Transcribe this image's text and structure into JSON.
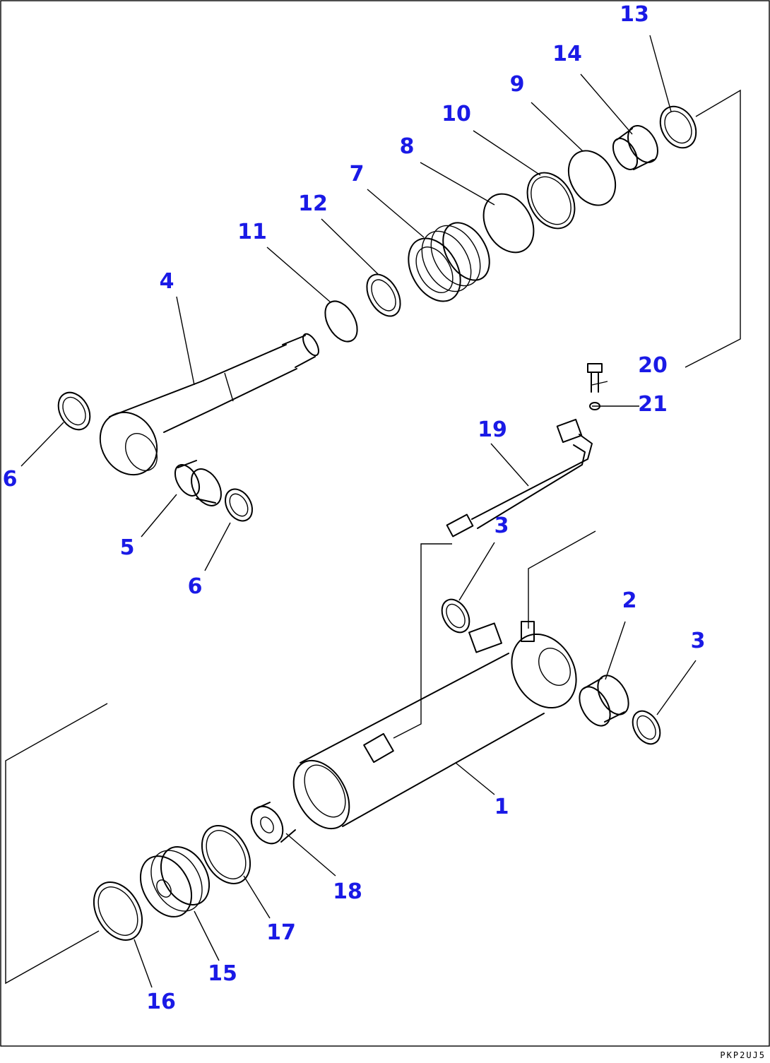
{
  "drawing_code": "PKP2UJ5",
  "callouts": [
    "1",
    "2",
    "3",
    "4",
    "5",
    "6",
    "7",
    "8",
    "9",
    "10",
    "11",
    "12",
    "13",
    "14",
    "15",
    "16",
    "17",
    "18",
    "19",
    "20",
    "21"
  ],
  "colors": {
    "label": "#1a1ae6",
    "line": "#000000",
    "background": "#ffffff"
  }
}
